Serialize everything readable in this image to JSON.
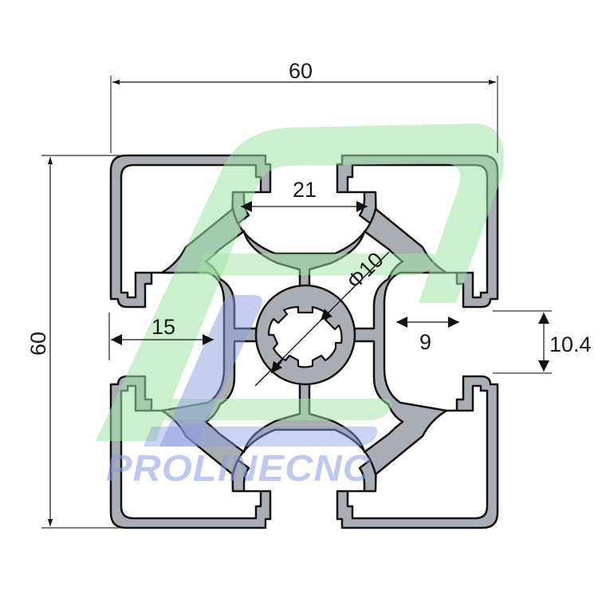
{
  "drawing": {
    "subject": "60x60 aluminum extrusion profile cross-section",
    "colors": {
      "profile_fill": "#a9aeb5",
      "profile_stroke": "#111111",
      "dimension_line": "#333333",
      "watermark_green": "#9fe3a6",
      "watermark_blue": "#8f9ce0"
    }
  },
  "dimensions": {
    "overall_width": "60",
    "overall_height": "60",
    "slot_opening_width": "21",
    "edge_to_slot": "15",
    "center_bore_diameter": "Φ10",
    "slot_depth": "9",
    "slot_width": "10.4"
  },
  "watermark": {
    "brand_text": "PROLINECNC"
  }
}
